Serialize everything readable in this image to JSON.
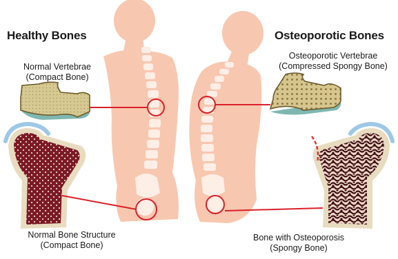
{
  "headings": {
    "healthy": "Healthy Bones",
    "osteoporotic": "Osteoporotic Bones"
  },
  "labels": {
    "normal_vertebrae": [
      "Normal Vertebrae",
      "(Compact Bone)"
    ],
    "osteoporotic_vertebrae": [
      "Osteoporotic Vertebrae",
      "(Compressed Spongy Bone)"
    ],
    "normal_bone_structure": [
      "Normal Bone Structure",
      "(Compact Bone)"
    ],
    "bone_with_osteoporosis": [
      "Bone with Osteoporosis",
      "(Spongy Bone)"
    ]
  },
  "colors": {
    "skin": "#f8c7b0",
    "callout_red": "#d9202a",
    "bone_cortex": "#e8dcc0",
    "bone_marrow_healthy": "#7a1a26",
    "bone_marrow_osteo": "#3a0d12",
    "cartilage": "#9ec8e6",
    "vertebra_fill": "#d8cc96",
    "vertebra_base": "#7fb7b0"
  }
}
